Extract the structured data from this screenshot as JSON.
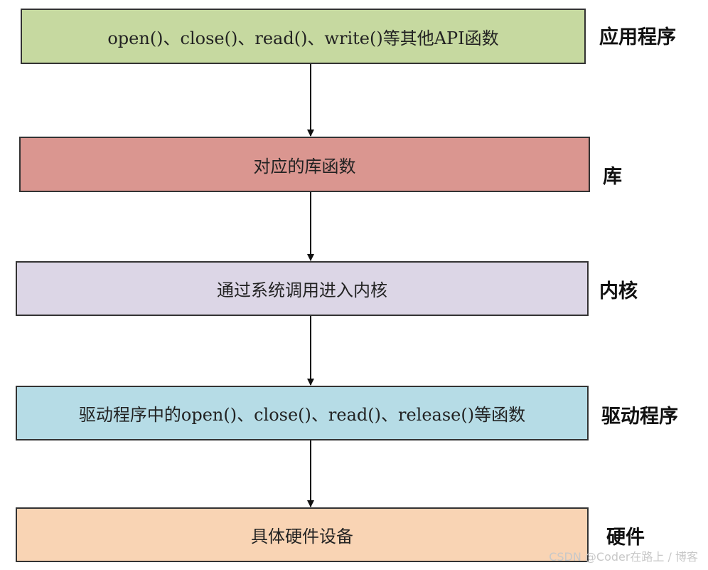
{
  "boxes": [
    {
      "label": "open()、close()、read()、write()等其他API函数",
      "layer": "应用程序",
      "color": "#c6d9a0"
    },
    {
      "label": "对应的库函数",
      "layer": "库",
      "color": "#da9690"
    },
    {
      "label": "通过系统调用进入内核",
      "layer": "内核",
      "color": "#dcd6e6"
    },
    {
      "label": "驱动程序中的open()、close()、read()、release()等函数",
      "layer": "驱动程序",
      "color": "#b6dce6"
    },
    {
      "label": "具体硬件设备",
      "layer": "硬件",
      "color": "#f9d4b4"
    }
  ],
  "watermark": "CSDN @Coder在路上 / 博客"
}
